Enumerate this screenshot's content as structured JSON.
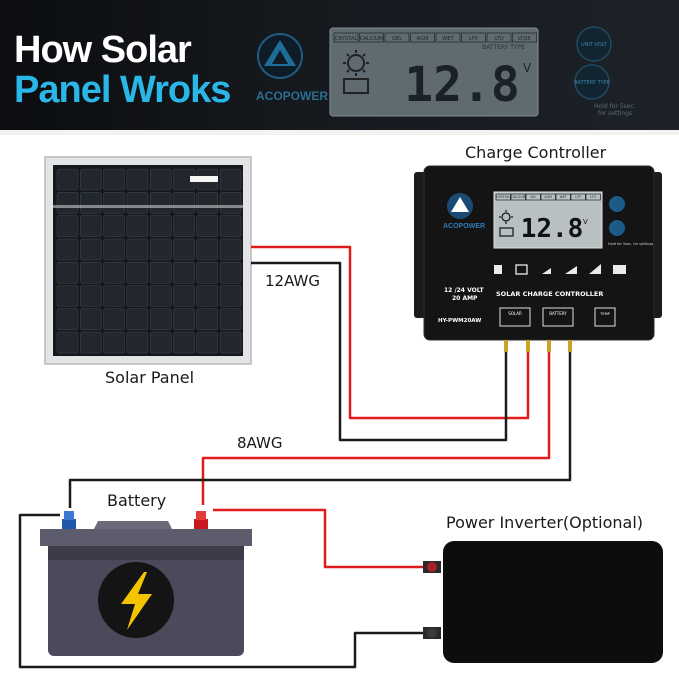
{
  "banner": {
    "headline_line1": "How Solar",
    "headline_line2": "Panel Wroks",
    "brand": "ACOPOWER",
    "lcd_tags": [
      "CRYSTAL",
      "CALCIUM",
      "GEL",
      "AGM",
      "WET",
      "LFP",
      "LTO",
      "LTO5"
    ],
    "lcd_reading": "12.8",
    "lcd_unit": "V",
    "lcd_caption": "BATTERY TYPE",
    "btn_volt": "UNIT VOLT",
    "btn_type": "BATTERY TYPE",
    "hold_note_1": "Hold for 5sec.",
    "hold_note_2": "for settings"
  },
  "labels": {
    "charge_controller": "Charge Controller",
    "solar_panel": "Solar Panel",
    "battery": "Battery",
    "power_inverter": "Power Inverter(Optional)",
    "wire_12awg": "12AWG",
    "wire_8awg": "8AWG"
  },
  "controller": {
    "brand": "ACOPOWER",
    "lcd_reading": "12.8",
    "lcd_unit": "V",
    "lcd_tags": [
      "CRYSTAL",
      "CALCIUM",
      "GEL",
      "AGM",
      "WET",
      "LFP",
      "LTO"
    ],
    "rating_1": "12 /24 VOLT",
    "rating_2": "20 AMP",
    "model": "HY-PWM20AW",
    "product_title": "SOLAR CHARGE CONTROLLER",
    "term_solar": "SOLAR",
    "term_battery": "BATTERY",
    "term_temp": "TEMP",
    "hold_note": "Hold for 5sec. for settings"
  },
  "colors": {
    "headline_accent": "#2ab7e8",
    "wire_positive": "#e11a1a",
    "wire_negative": "#1a1a1a",
    "bolt": "#f5c400"
  }
}
